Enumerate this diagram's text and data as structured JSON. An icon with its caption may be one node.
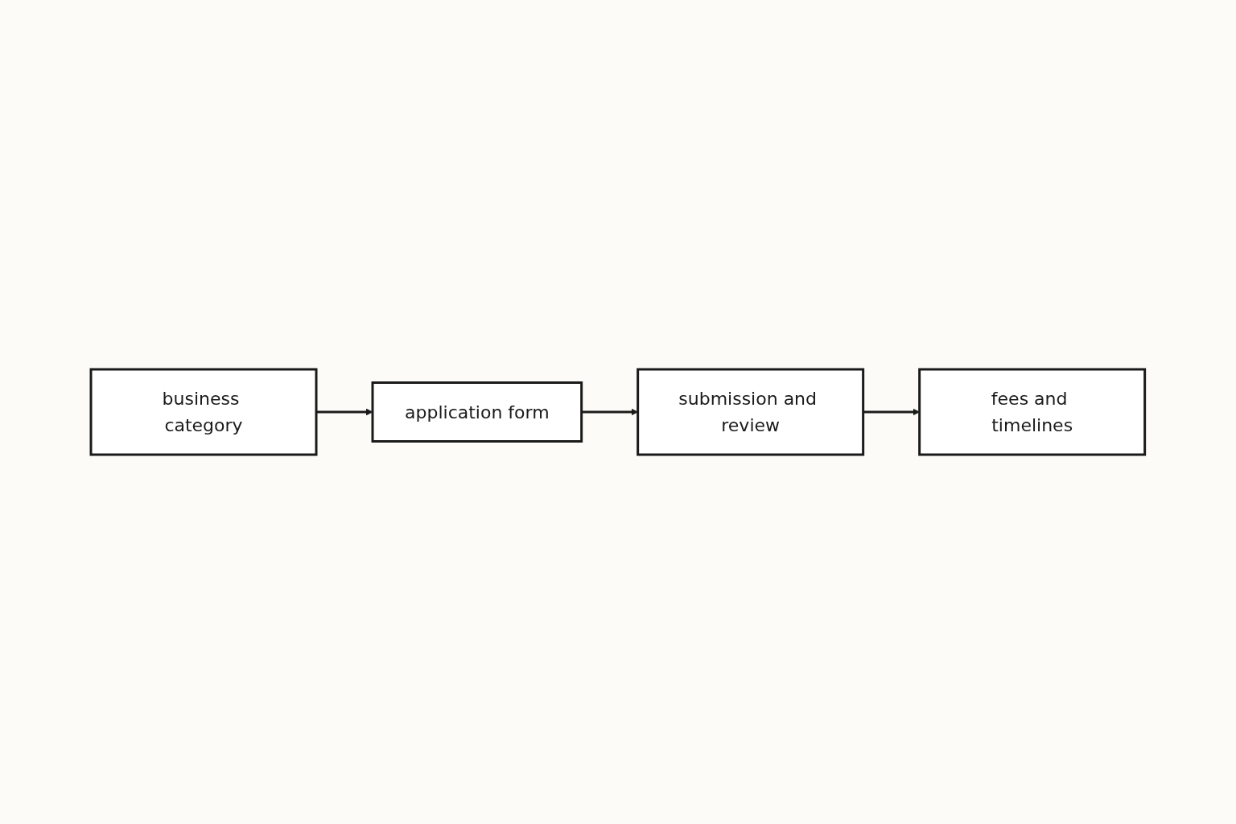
{
  "diagram": {
    "nodes": [
      {
        "text": [
          "business category"
        ]
      },
      {
        "text": [
          "application form"
        ]
      },
      {
        "text": [
          "submission and review"
        ]
      },
      {
        "text": [
          "fees and timelines"
        ]
      }
    ],
    "edges": [
      {
        "from": 0,
        "to": 1,
        "arrow": "to"
      },
      {
        "from": 1,
        "to": 2,
        "arrow": "to"
      },
      {
        "from": 2,
        "to": 3,
        "arrow": "to"
      }
    ]
  }
}
